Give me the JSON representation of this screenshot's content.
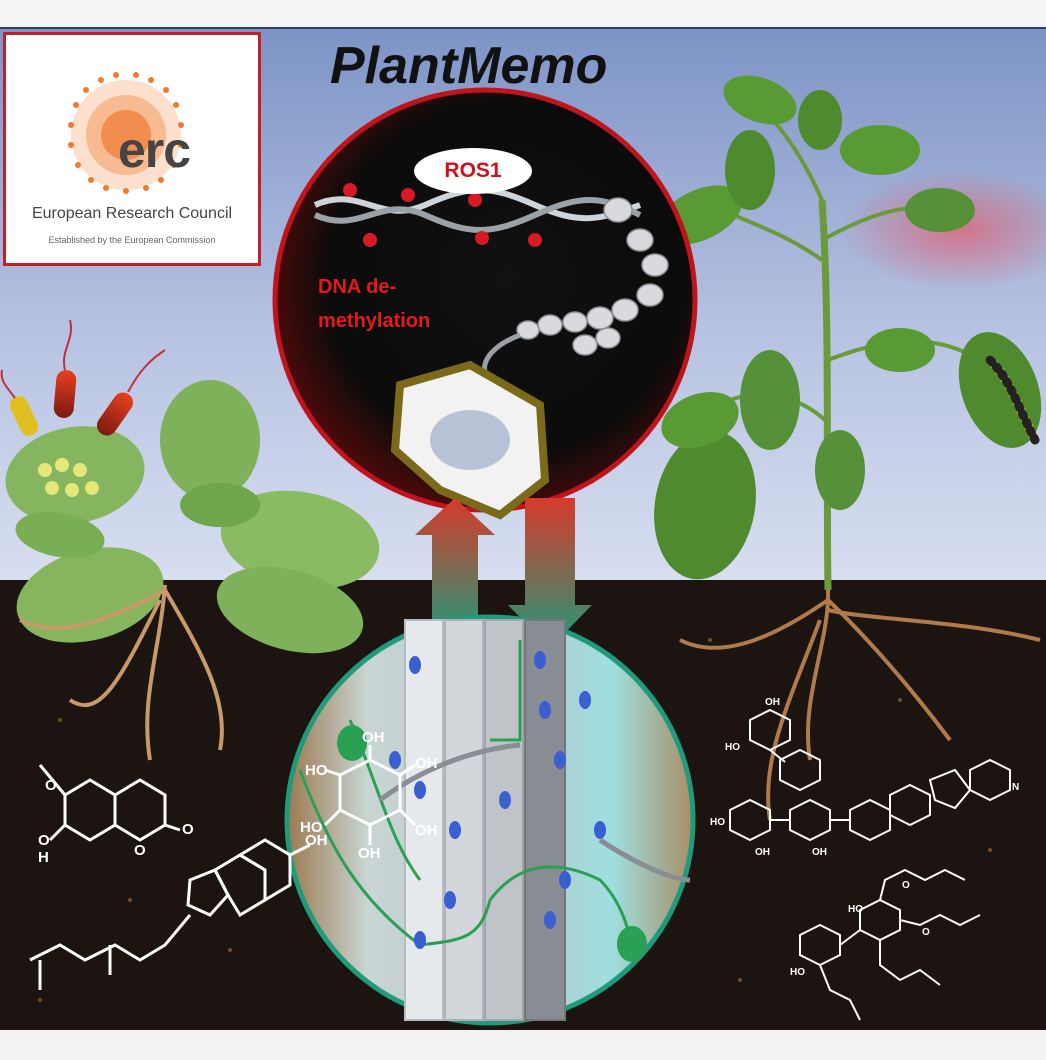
{
  "title": "PlantMemo",
  "erc": {
    "logo_text": "erc",
    "name": "European Research Council",
    "subtitle": "Established by the European Commission",
    "border_color": "#c0202a",
    "dot_color": "#f07a30"
  },
  "epigenetics": {
    "enzyme_label": "ROS1",
    "process_label_line1": "DNA de-",
    "process_label_line2": "methylation",
    "label_color": "#e21a1a"
  },
  "colors": {
    "sky_top": "#7d94c6",
    "sky_bottom": "#d8dff0",
    "soil": "#1c1410",
    "circle_border_top": "#b0141a",
    "circle_border_bottom": "#25a07d"
  },
  "chemical_labels": {
    "oh": "OH",
    "ho": "HO",
    "o": "O",
    "h": "H",
    "n": "N"
  }
}
